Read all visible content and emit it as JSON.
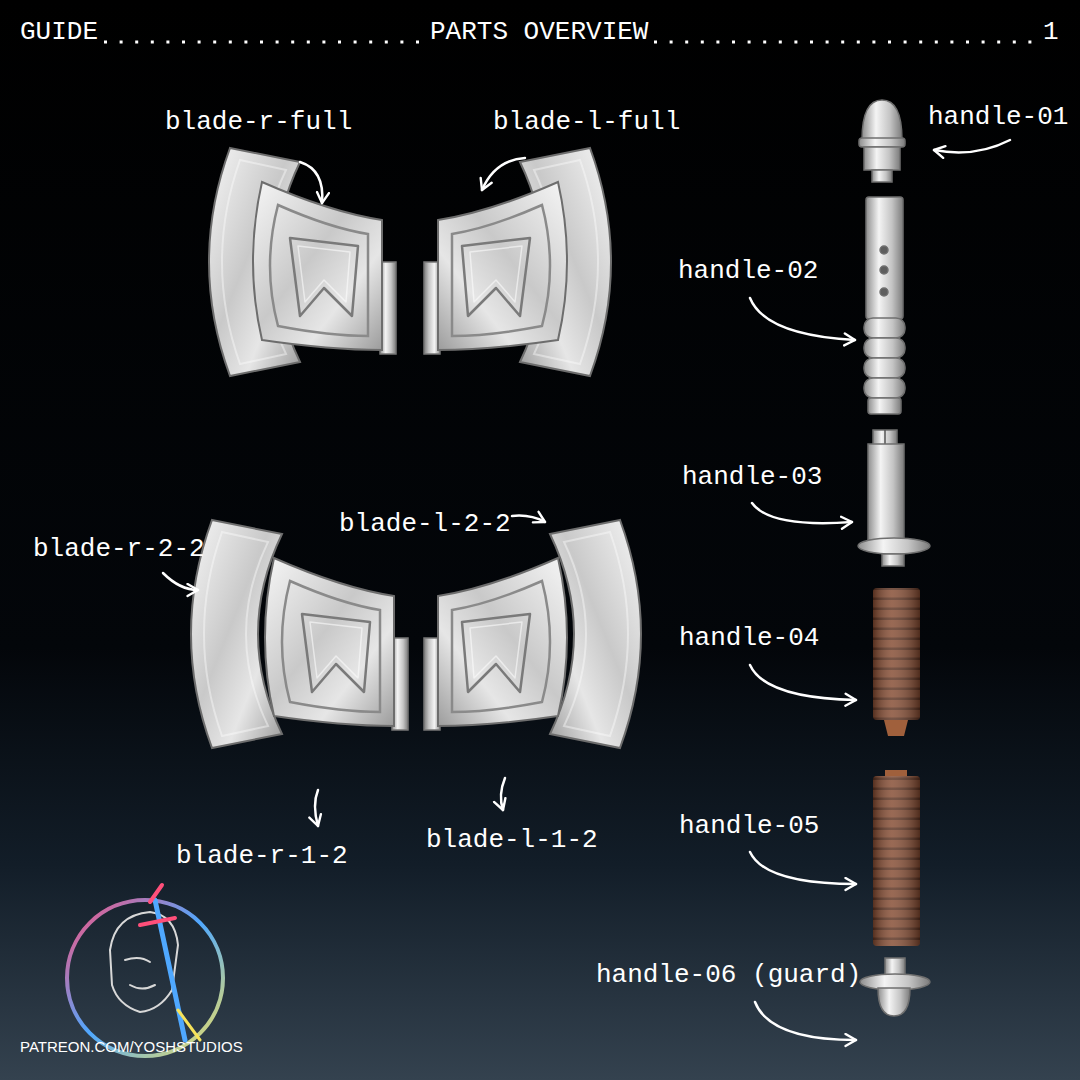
{
  "diagram": {
    "title": "PARTS OVERVIEW",
    "labels": [
      "GUIDE",
      "1",
      "blade-r-full",
      "blade-l-full",
      "handle-01",
      "handle-02",
      "handle-03",
      "blade-r-2-2",
      "blade-l-2-2",
      "handle-04",
      "blade-r-1-2",
      "blade-l-1-2",
      "handle-05",
      "handle-06 (guard)",
      "PATREON.COM/YOSHSTUDIOS"
    ]
  }
}
